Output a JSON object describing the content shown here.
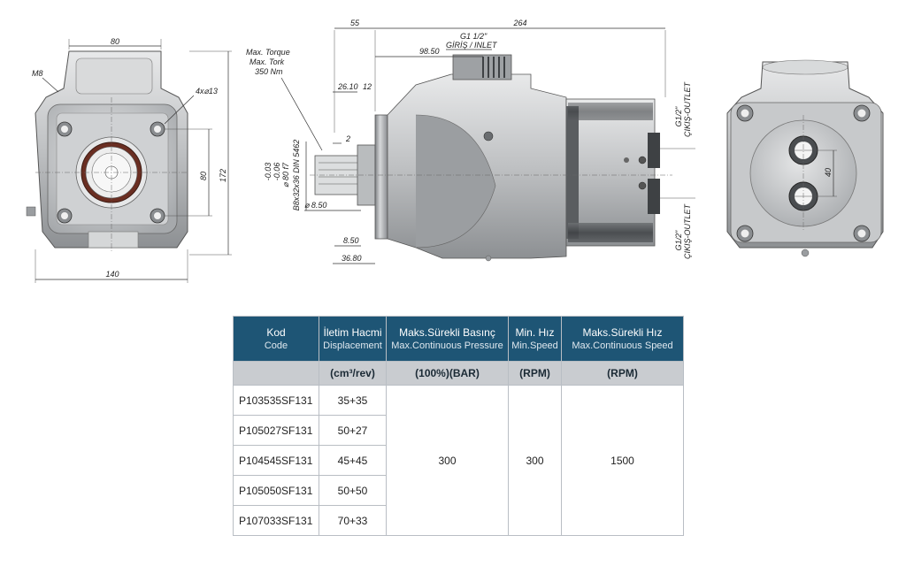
{
  "drawing": {
    "dimensions": {
      "front_width": "80",
      "front_thread": "M8",
      "front_holes": "4x⌀13",
      "front_height": "80",
      "front_total_height": "172",
      "front_total_width": "140",
      "side_55": "55",
      "side_264": "264",
      "inlet_thread": "G1 1/2\"",
      "inlet_label": "GİRİŞ / INLET",
      "side_98_50": "98.50",
      "torque_1": "Max. Torque",
      "torque_2": "Max. Tork",
      "torque_3": "350 Nm",
      "side_26_10": "26.10",
      "side_12": "12",
      "side_2": "2",
      "shaft_tol_upper": "-0.03",
      "shaft_tol_lower": "-0.06",
      "shaft_dia": "⌀ 80 f7",
      "spline": "B8x32x36 DIN 5462",
      "dia_8_50": "⌀ 8.50",
      "side_8_50": "8.50",
      "side_36_80": "36.80",
      "outlet_thread_1": "G1/2\"",
      "outlet_label_1": "ÇIKIŞ-OUTLET",
      "outlet_thread_2": "G1/2\"",
      "outlet_label_2": "ÇIKIŞ-OUTLET",
      "rear_40": "40"
    }
  },
  "table": {
    "headers": [
      {
        "tr": "Kod",
        "en": "Code"
      },
      {
        "tr": "İletim Hacmi",
        "en": "Displacement"
      },
      {
        "tr": "Maks.Sürekli Basınç",
        "en": "Max.Continuous Pressure"
      },
      {
        "tr": "Min. Hız",
        "en": "Min.Speed"
      },
      {
        "tr": "Maks.Sürekli Hız",
        "en": "Max.Continuous Speed"
      }
    ],
    "units": [
      "",
      "(cm³/rev)",
      "(100%)(BAR)",
      "(RPM)",
      "(RPM)"
    ],
    "rows": [
      {
        "code": "P103535SF131",
        "disp": "35+35"
      },
      {
        "code": "P105027SF131",
        "disp": "50+27"
      },
      {
        "code": "P104545SF131",
        "disp": "45+45"
      },
      {
        "code": "P105050SF131",
        "disp": "50+50"
      },
      {
        "code": "P107033SF131",
        "disp": "70+33"
      }
    ],
    "pressure": "300",
    "min_speed": "300",
    "max_speed": "1500"
  }
}
